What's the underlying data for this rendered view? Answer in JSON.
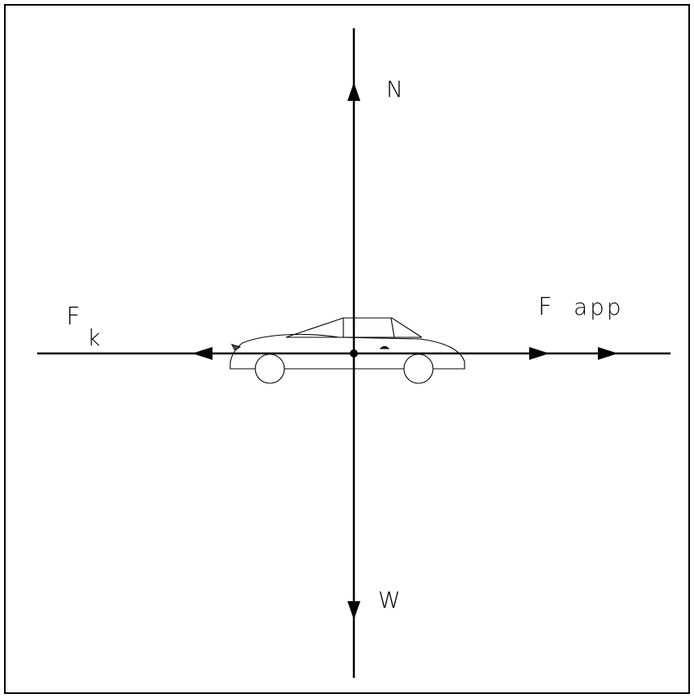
{
  "labels": {
    "normal": "N",
    "weight": "W",
    "applied_main": "F",
    "applied_sub": "app",
    "friction_main": "F",
    "friction_sub": "k"
  },
  "colors": {
    "line": "#000000",
    "background": "#ffffff"
  },
  "icons": {
    "vehicle": "car-icon"
  }
}
